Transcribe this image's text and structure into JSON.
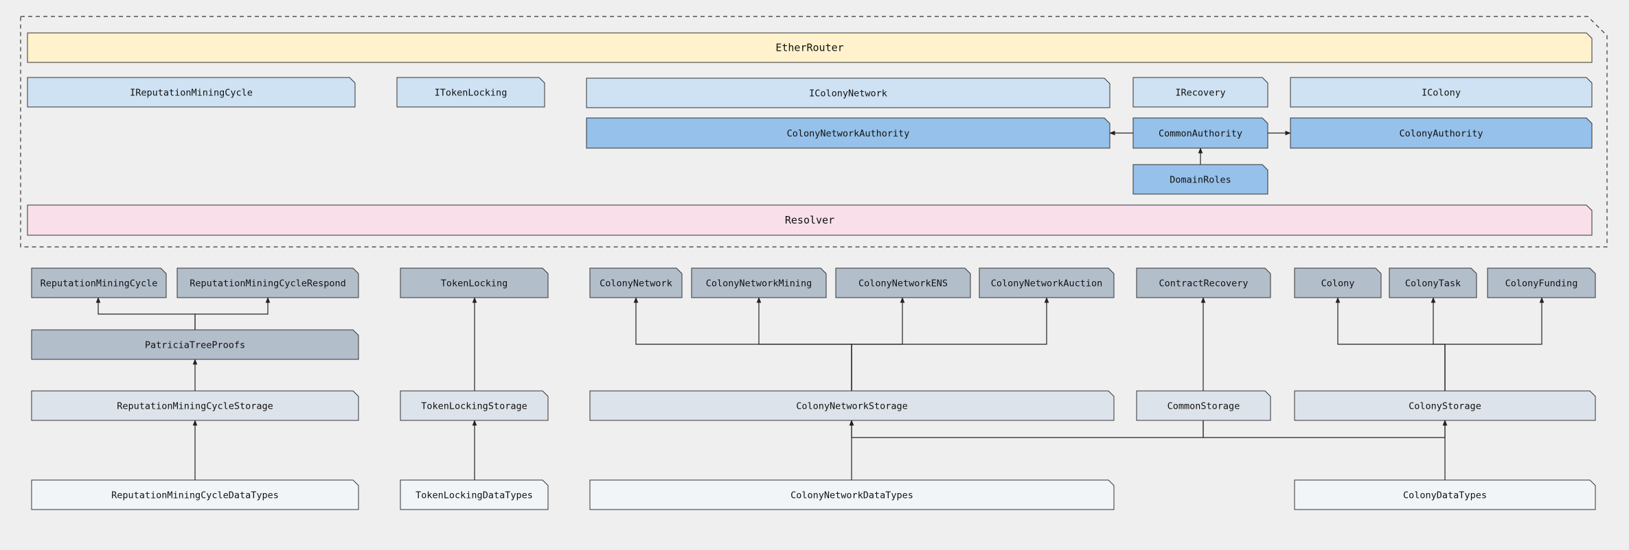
{
  "colors": {
    "router": "#fff2cc",
    "interface": "#cfe2f3",
    "authority": "#95c1ea",
    "resolver": "#f8dfe9",
    "logic": "#b3becb",
    "storage": "#dde3ea",
    "datatypes": "#f1f5f7",
    "stroke": "#333333",
    "background": "#efefef"
  },
  "nodes": {
    "ether_router": {
      "label": "EtherRouter",
      "kind": "router"
    },
    "i_reputation_mining_cycle": {
      "label": "IReputationMiningCycle",
      "kind": "interface"
    },
    "i_token_locking": {
      "label": "ITokenLocking",
      "kind": "interface"
    },
    "i_colony_network": {
      "label": "IColonyNetwork",
      "kind": "interface"
    },
    "i_recovery": {
      "label": "IRecovery",
      "kind": "interface"
    },
    "i_colony": {
      "label": "IColony",
      "kind": "interface"
    },
    "colony_network_authority": {
      "label": "ColonyNetworkAuthority",
      "kind": "authority"
    },
    "common_authority": {
      "label": "CommonAuthority",
      "kind": "authority"
    },
    "colony_authority": {
      "label": "ColonyAuthority",
      "kind": "authority"
    },
    "domain_roles": {
      "label": "DomainRoles",
      "kind": "authority"
    },
    "resolver": {
      "label": "Resolver",
      "kind": "resolver"
    },
    "reputation_mining_cycle": {
      "label": "ReputationMiningCycle",
      "kind": "logic"
    },
    "reputation_mining_cycle_respond": {
      "label": "ReputationMiningCycleRespond",
      "kind": "logic"
    },
    "patricia_tree_proofs": {
      "label": "PatriciaTreeProofs",
      "kind": "logic"
    },
    "token_locking": {
      "label": "TokenLocking",
      "kind": "logic"
    },
    "colony_network": {
      "label": "ColonyNetwork",
      "kind": "logic"
    },
    "colony_network_mining": {
      "label": "ColonyNetworkMining",
      "kind": "logic"
    },
    "colony_network_ens": {
      "label": "ColonyNetworkENS",
      "kind": "logic"
    },
    "colony_network_auction": {
      "label": "ColonyNetworkAuction",
      "kind": "logic"
    },
    "contract_recovery": {
      "label": "ContractRecovery",
      "kind": "logic"
    },
    "colony": {
      "label": "Colony",
      "kind": "logic"
    },
    "colony_task": {
      "label": "ColonyTask",
      "kind": "logic"
    },
    "colony_funding": {
      "label": "ColonyFunding",
      "kind": "logic"
    },
    "reputation_mining_cycle_storage": {
      "label": "ReputationMiningCycleStorage",
      "kind": "storage"
    },
    "token_locking_storage": {
      "label": "TokenLockingStorage",
      "kind": "storage"
    },
    "colony_network_storage": {
      "label": "ColonyNetworkStorage",
      "kind": "storage"
    },
    "common_storage": {
      "label": "CommonStorage",
      "kind": "storage"
    },
    "colony_storage": {
      "label": "ColonyStorage",
      "kind": "storage"
    },
    "reputation_mining_cycle_data_types": {
      "label": "ReputationMiningCycleDataTypes",
      "kind": "datatypes"
    },
    "token_locking_data_types": {
      "label": "TokenLockingDataTypes",
      "kind": "datatypes"
    },
    "colony_network_data_types": {
      "label": "ColonyNetworkDataTypes",
      "kind": "datatypes"
    },
    "colony_data_types": {
      "label": "ColonyDataTypes",
      "kind": "datatypes"
    }
  },
  "edges": [
    {
      "from": "common_authority",
      "to": "colony_network_authority"
    },
    {
      "from": "common_authority",
      "to": "colony_authority"
    },
    {
      "from": "domain_roles",
      "to": "common_authority"
    },
    {
      "from": "patricia_tree_proofs",
      "to": "reputation_mining_cycle"
    },
    {
      "from": "patricia_tree_proofs",
      "to": "reputation_mining_cycle_respond"
    },
    {
      "from": "reputation_mining_cycle_storage",
      "to": "patricia_tree_proofs"
    },
    {
      "from": "reputation_mining_cycle_data_types",
      "to": "reputation_mining_cycle_storage"
    },
    {
      "from": "token_locking_storage",
      "to": "token_locking"
    },
    {
      "from": "token_locking_data_types",
      "to": "token_locking_storage"
    },
    {
      "from": "colony_network_storage",
      "to": "colony_network"
    },
    {
      "from": "colony_network_storage",
      "to": "colony_network_mining"
    },
    {
      "from": "colony_network_storage",
      "to": "colony_network_ens"
    },
    {
      "from": "colony_network_storage",
      "to": "colony_network_auction"
    },
    {
      "from": "common_storage",
      "to": "contract_recovery"
    },
    {
      "from": "common_storage",
      "to": "colony_network_storage"
    },
    {
      "from": "common_storage",
      "to": "colony_storage"
    },
    {
      "from": "colony_network_data_types",
      "to": "colony_network_storage"
    },
    {
      "from": "colony_storage",
      "to": "colony"
    },
    {
      "from": "colony_storage",
      "to": "colony_task"
    },
    {
      "from": "colony_storage",
      "to": "colony_funding"
    },
    {
      "from": "colony_data_types",
      "to": "colony_storage"
    }
  ]
}
